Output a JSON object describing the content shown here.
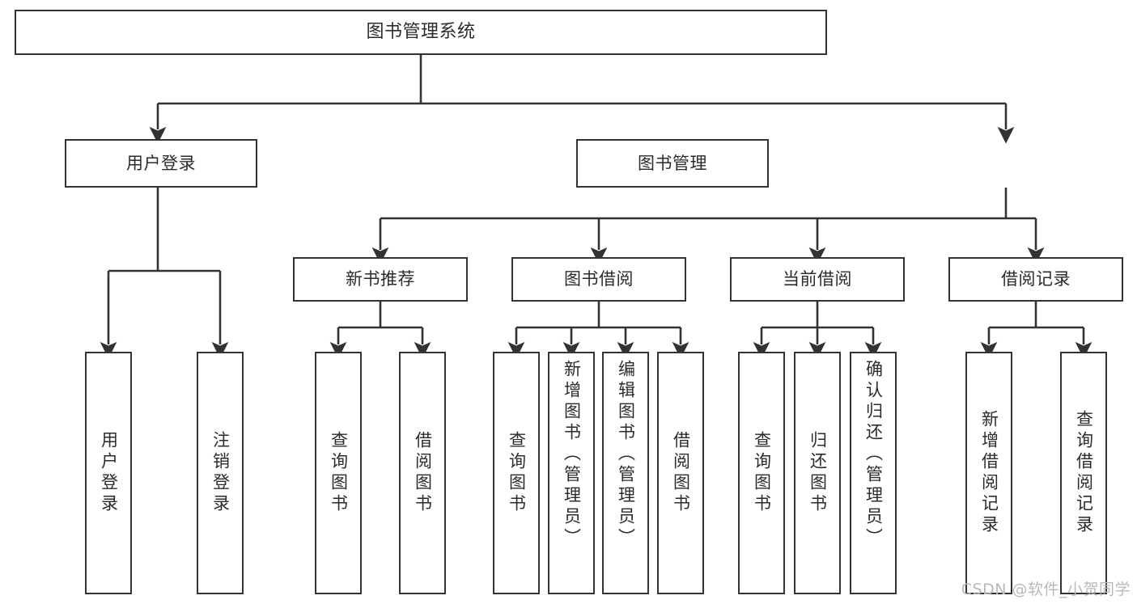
{
  "diagram": {
    "title": "图书管理系统",
    "type": "tree-hierarchy-chart",
    "stroke_color": "#333333",
    "background_color": "#ffffff",
    "text_color": "#2b2b2b",
    "root": {
      "label": "图书管理系统"
    },
    "level2": [
      {
        "label": "用户登录"
      },
      {
        "label": "图书管理"
      }
    ],
    "level3": [
      {
        "label": "新书推荐"
      },
      {
        "label": "图书借阅"
      },
      {
        "label": "当前借阅"
      },
      {
        "label": "借阅记录"
      }
    ],
    "leaves": {
      "user_login": [
        {
          "label": "用户登录"
        },
        {
          "label": "注销登录"
        }
      ],
      "new_book_recommend": [
        {
          "label": "查询图书"
        },
        {
          "label": "借阅图书"
        }
      ],
      "book_borrow": [
        {
          "label": "查询图书"
        },
        {
          "label": "新增图书（管理员）"
        },
        {
          "label": "编辑图书（管理员）"
        },
        {
          "label": "借阅图书"
        }
      ],
      "current_borrow": [
        {
          "label": "查询图书"
        },
        {
          "label": "归还图书"
        },
        {
          "label": "确认归还（管理员）"
        }
      ],
      "borrow_records": [
        {
          "label": "新增借阅记录"
        },
        {
          "label": "查询借阅记录"
        }
      ]
    }
  },
  "watermark": {
    "text": "CSDN @软件_小贺同学"
  }
}
